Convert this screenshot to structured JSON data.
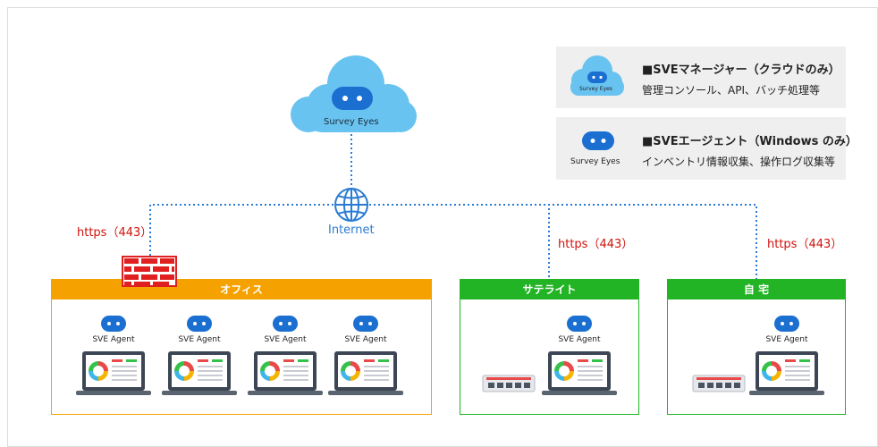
{
  "cloud": {
    "brand": "Survey Eyes"
  },
  "internet": {
    "label": "Internet"
  },
  "legend": [
    {
      "title": "■SVEマネージャー（クラウドのみ）",
      "desc": "管理コンソール、API、バッチ処理等",
      "brand": "Survey Eyes"
    },
    {
      "title": "■SVEエージェント（Windows のみ）",
      "desc": "インベントリ情報収集、操作ログ収集等",
      "brand": "Survey Eyes"
    }
  ],
  "https_labels": [
    "https（443）",
    "https（443）",
    "https（443）"
  ],
  "sites": [
    {
      "name": "オフィス",
      "agents": [
        "SVE Agent",
        "SVE Agent",
        "SVE Agent",
        "SVE Agent"
      ]
    },
    {
      "name": "サテライト",
      "agents": [
        "SVE Agent"
      ]
    },
    {
      "name": "自 宅",
      "agents": [
        "SVE Agent"
      ]
    }
  ],
  "colors": {
    "office": "#f5a200",
    "satellite": "#22b425",
    "home": "#22b425",
    "dotted_line": "#2a7bd3",
    "https": "#d0120a",
    "cloud": "#68c3f0",
    "agent_icon": "#1b6fd1",
    "firewall": "#e02020"
  },
  "icons": [
    "cloud-icon",
    "globe-icon",
    "firewall-icon",
    "agent-icon",
    "laptop-icon",
    "network-switch-icon"
  ]
}
